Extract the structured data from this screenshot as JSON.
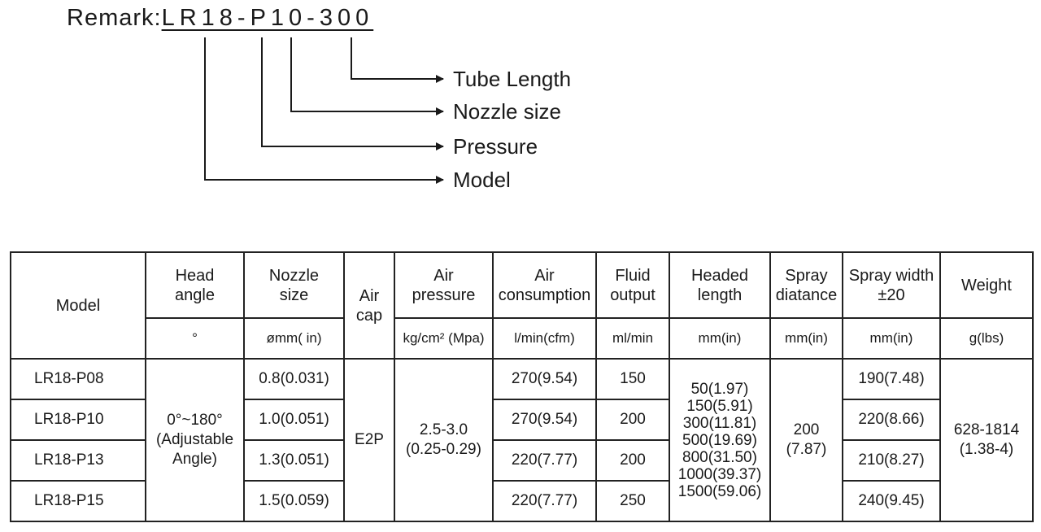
{
  "remark": {
    "label": "Remark:",
    "code": "LR18-P10-300",
    "callouts": [
      "Tube Length",
      "Nozzle size",
      "Pressure",
      "Model"
    ]
  },
  "table": {
    "headers": {
      "model": "Model",
      "head_angle": "Head\nangle",
      "nozzle_size": "Nozzle\nsize",
      "air_cap": "Air\ncap",
      "air_pressure": "Air\npressure",
      "air_consumption": "Air\nconsumption",
      "fluid_output": "Fluid\noutput",
      "headed_length": "Headed\nlength",
      "spray_distance": "Spray\ndiatance",
      "spray_width": "Spray width\n±20",
      "weight": "Weight"
    },
    "units": {
      "head_angle": "°",
      "nozzle_size": "ømm( in)",
      "air_pressure": "kg/cm² (Mpa)",
      "air_consumption": "l/min(cfm)",
      "fluid_output": "ml/min",
      "headed_length": "mm(in)",
      "spray_distance": "mm(in)",
      "spray_width": "mm(in)",
      "weight": "g(lbs)"
    },
    "rows": [
      {
        "model": "LR18-P08",
        "nozzle": "0.8(0.031)",
        "consumption": "270(9.54)",
        "fluid": "150",
        "width": "190(7.48)"
      },
      {
        "model": "LR18-P10",
        "nozzle": "1.0(0.051)",
        "consumption": "270(9.54)",
        "fluid": "200",
        "width": "220(8.66)"
      },
      {
        "model": "LR18-P13",
        "nozzle": "1.3(0.051)",
        "consumption": "220(7.77)",
        "fluid": "200",
        "width": "210(8.27)"
      },
      {
        "model": "LR18-P15",
        "nozzle": "1.5(0.059)",
        "consumption": "220(7.77)",
        "fluid": "250",
        "width": "240(9.45)"
      }
    ],
    "shared": {
      "head_angle": "0°~180°\n(Adjustable\nAngle)",
      "air_cap": "E2P",
      "air_pressure": "2.5-3.0\n(0.25-0.29)",
      "headed_length": "50(1.97)\n150(5.91)\n300(11.81)\n500(19.69)\n800(31.50)\n1000(39.37)\n1500(59.06)",
      "spray_distance": "200\n(7.87)",
      "weight": "628-1814\n(1.38-4)"
    }
  }
}
